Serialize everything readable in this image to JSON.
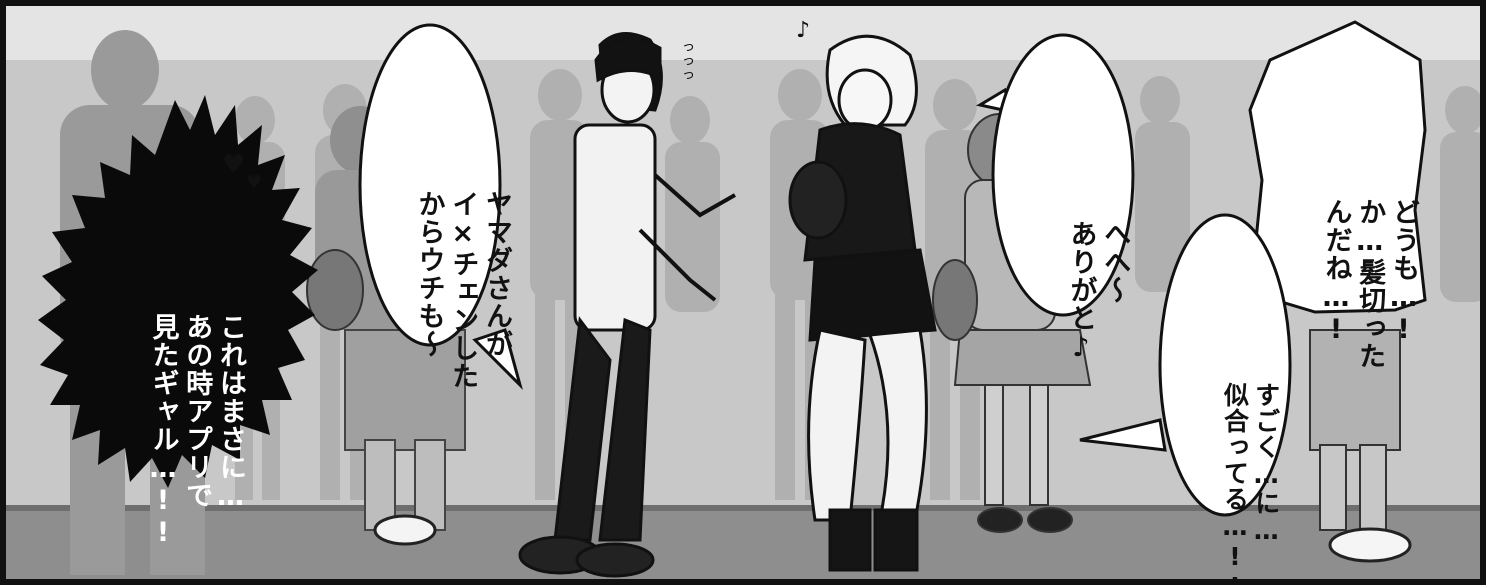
{
  "panel": {
    "colors": {
      "border": "#111111",
      "background_gray": "#c4c4c4",
      "floor": "#8a8a8a",
      "silhouette": "#a8a8a8",
      "burst": "#0a0a0a",
      "balloon": "#ffffff"
    },
    "balloons": {
      "thought_burst": {
        "lines": [
          "これはまさに…",
          "あの時アプリで",
          "見たギャル…!!"
        ]
      },
      "boy": {
        "lines": [
          "ヤマダさんが",
          "イ×チェンした",
          "からウチも～"
        ]
      },
      "girl": {
        "lines": [
          "へへ～",
          "ありがと♪"
        ]
      },
      "right_top": {
        "lines": [
          "どうも…!",
          "か…髪切った",
          "んだね…!"
        ]
      },
      "right_bottom": {
        "lines": [
          "すごく…に…",
          "似合ってる…!!"
        ]
      }
    },
    "sfx": {
      "hearts": "♥",
      "music_note": "♪",
      "sweat": "っっっ"
    },
    "icons": [
      "heart-icon",
      "music-note-icon",
      "sweat-marks-icon"
    ]
  }
}
